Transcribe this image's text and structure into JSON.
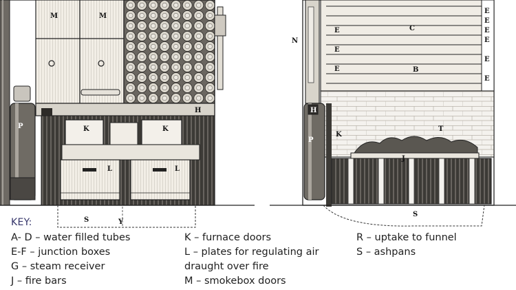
{
  "diagram_labels": {
    "left": {
      "m1": "M",
      "m2": "M",
      "h": "H",
      "p": "P",
      "k1": "K",
      "k2": "K",
      "l1": "L",
      "l2": "L",
      "s": "S",
      "y": "Y"
    },
    "right": {
      "n": "N",
      "e1": "E",
      "e2": "E",
      "e3": "E",
      "e4": "E",
      "e5": "E",
      "e6": "E",
      "e7": "E",
      "e8": "E",
      "e9": "E",
      "b": "B",
      "c": "C",
      "h": "H",
      "p": "P",
      "k": "K",
      "t": "T",
      "j": "J",
      "s": "S"
    }
  },
  "key": {
    "title": "KEY:",
    "col1": [
      "A- D – water filled tubes",
      "E-F – junction boxes",
      "G – steam receiver",
      "J – fire bars"
    ],
    "col2": [
      "K – furnace doors",
      "L – plates for regulating air",
      "draught over fire",
      "M – smokebox doors"
    ],
    "col3": [
      "R – uptake to funnel",
      "S – ashpans"
    ]
  }
}
